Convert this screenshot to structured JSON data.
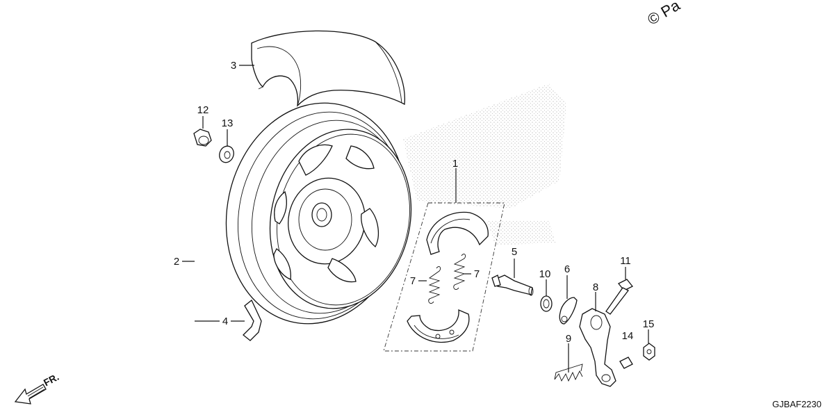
{
  "watermark": "© Pa",
  "diagram_code": "GJBAF2230",
  "direction_label": "FR.",
  "callouts": {
    "c1": "1",
    "c2": "2",
    "c3": "3",
    "c4": "4",
    "c5": "5",
    "c6": "6",
    "c7a": "7",
    "c7b": "7",
    "c8": "8",
    "c9": "9",
    "c10": "10",
    "c11": "11",
    "c12": "12",
    "c13": "13",
    "c14": "14",
    "c15": "15"
  }
}
